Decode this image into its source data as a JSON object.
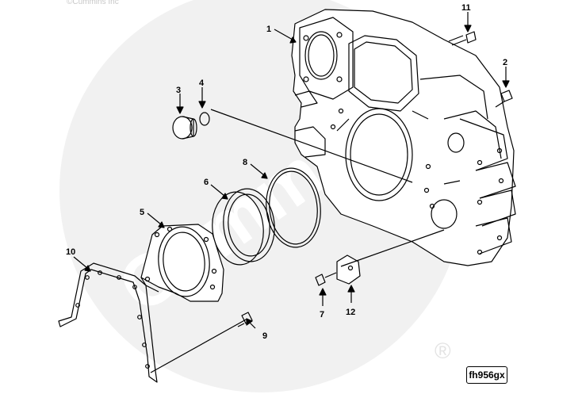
{
  "copyright": "©Cummins Inc",
  "watermark": "Cummins",
  "registered_mark": "®",
  "drawing_ref": "fh956gx",
  "callouts": [
    "1",
    "2",
    "3",
    "4",
    "5",
    "6",
    "7",
    "8",
    "9",
    "10",
    "11",
    "12"
  ],
  "colors": {
    "line": "#000000",
    "watermark": "#ececec",
    "background": "#ffffff"
  }
}
